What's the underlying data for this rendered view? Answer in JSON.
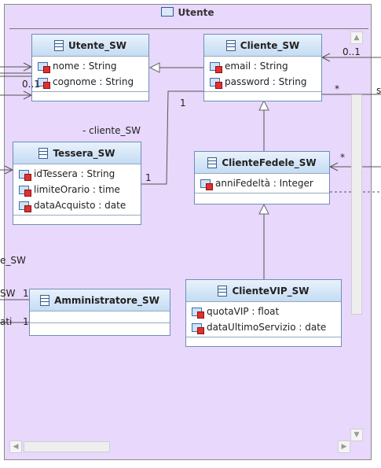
{
  "package": {
    "title": "Utente",
    "icon": "folder-icon"
  },
  "classes": {
    "utente_sw": {
      "name": "Utente_SW",
      "attrs": [
        "nome : String",
        "cognome : String"
      ]
    },
    "cliente_sw": {
      "name": "Cliente_SW",
      "attrs": [
        "email : String",
        "password : String"
      ]
    },
    "tessera_sw": {
      "name": "Tessera_SW",
      "attrs": [
        "idTessera : String",
        "limiteOrario : time",
        "dataAcquisto : date"
      ]
    },
    "clientefedele_sw": {
      "name": "ClienteFedele_SW",
      "attrs": [
        "anniFedeltà : Integer"
      ]
    },
    "amministratore_sw": {
      "name": "Amministratore_SW",
      "attrs": []
    },
    "clientevip_sw": {
      "name": "ClienteVIP_SW",
      "attrs": [
        "quotaVIP : float",
        "dataUltimoServizio : date"
      ]
    }
  },
  "labels": {
    "mult_0_1_utente": "0..1",
    "mult_0_1_cliente": "0..1",
    "mult_1_cliente": "1",
    "mult_1_tessera": "1",
    "mult_star_cliente": "*",
    "mult_star_fedele": "*",
    "mult_1_admin_a": "1",
    "mult_1_admin_b": "1",
    "role_cliente_sw": "- cliente_SW",
    "edge_s": "s",
    "edge_e_sw": "e_SW",
    "edge_sw": "SW",
    "edge_ati": "ati"
  },
  "colors": {
    "package_bg": "#e8d8fb",
    "class_header": "#c4dcf4",
    "attr_badge": "#e03030"
  }
}
